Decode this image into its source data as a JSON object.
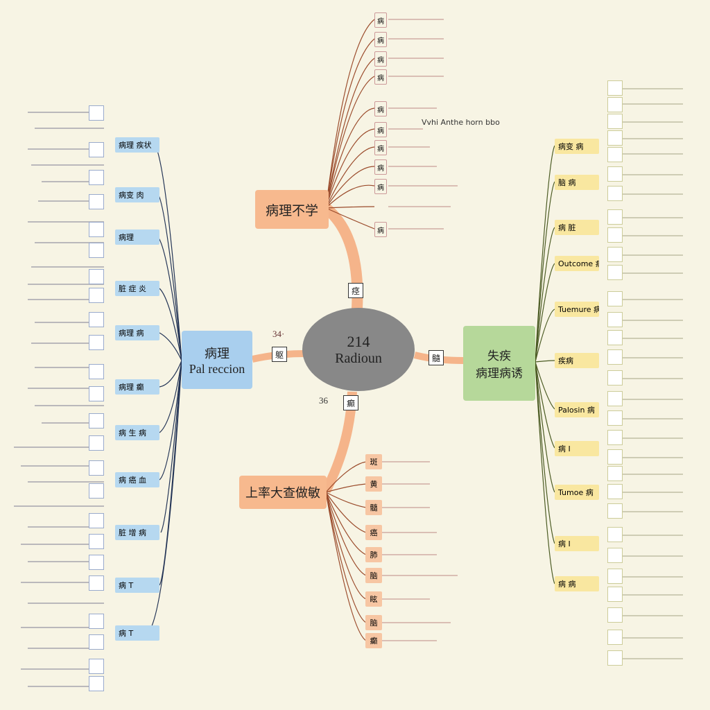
{
  "center": {
    "number": "214",
    "label": "Radioun"
  },
  "branch_top": {
    "label": "病理不学"
  },
  "branch_bottom": {
    "label": "上率大查做敏"
  },
  "branch_left": {
    "line1": "病理",
    "line2": "Pal reccion"
  },
  "branch_right": {
    "line1": "失疾",
    "line2": "病理病诱"
  },
  "connector_labels": {
    "left_num": "34·",
    "bottom_num": "36"
  },
  "connector_icons": {
    "top": "痉",
    "left": "躯",
    "right": "髓",
    "bottom": "癫"
  },
  "top_annotation": "Vvhi Anthe horn bbo",
  "left_tags": [
    "病理 疾状",
    "病变 肉",
    "病理",
    "脏 症 炎",
    "病理 病",
    "病理 癫",
    "病 生 病",
    "病 癌 血",
    "脏 增 病",
    "病 T",
    "病 T"
  ],
  "right_tags": [
    "病变 病",
    "脑 病",
    "病 脏",
    "Outcome 病",
    "Tuemure 病",
    "疾病",
    "Palosin 病",
    "病 I",
    "Tumoe 病",
    "病 I",
    "病 病"
  ],
  "bottom_tags": [
    "斑",
    "黄",
    "髓",
    "癌",
    "肺",
    "脑",
    "眩",
    "脑",
    "癫"
  ],
  "top_tags": [
    "病",
    "病",
    "病",
    "病",
    "病",
    "病",
    "病",
    "病",
    "病",
    "病"
  ],
  "colors": {
    "left_accent": "#a9cfee",
    "right_accent": "#b6d89a",
    "orange": "#f7b98e",
    "center": "#888888",
    "yellow_tag": "#f9e7a0"
  }
}
